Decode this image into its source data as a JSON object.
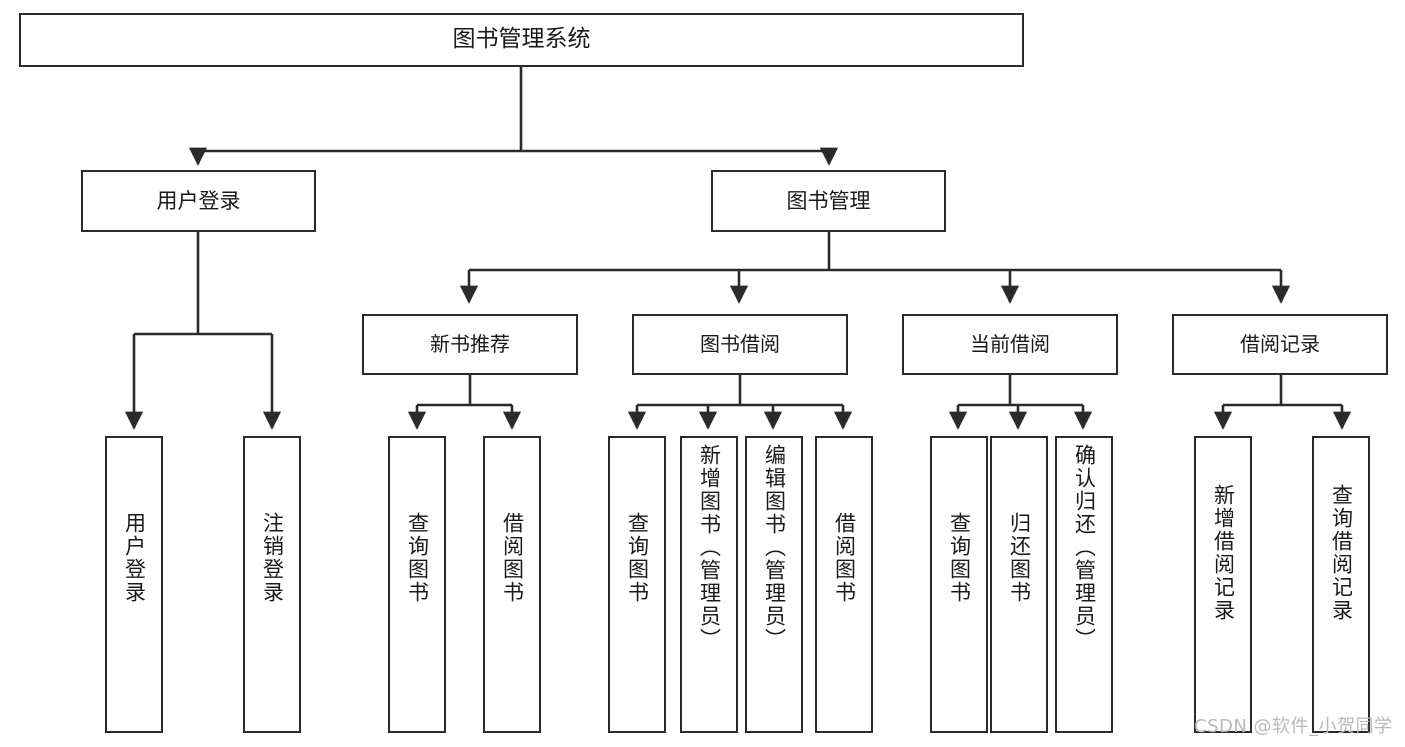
{
  "diagram": {
    "type": "tree",
    "title": "图书管理系统",
    "watermark": "CSDN @软件_小贺同学",
    "colors": {
      "stroke": "#2b2b2b",
      "fill": "#ffffff",
      "text": "#1a1a1a",
      "watermark": "#b9b9b9"
    },
    "nodes": {
      "root": {
        "label": "图书管理系统"
      },
      "level2": [
        {
          "label": "用户登录"
        },
        {
          "label": "图书管理"
        }
      ],
      "level3": [
        {
          "label": "新书推荐"
        },
        {
          "label": "图书借阅"
        },
        {
          "label": "当前借阅"
        },
        {
          "label": "借阅记录"
        }
      ],
      "leaves": {
        "user_login": [
          {
            "label": "用户登录"
          },
          {
            "label": "注销登录"
          }
        ],
        "new_book_recommend": [
          {
            "label": "查询图书"
          },
          {
            "label": "借阅图书"
          }
        ],
        "book_borrow": [
          {
            "label": "查询图书"
          },
          {
            "label": "新增图书（管理员）"
          },
          {
            "label": "编辑图书（管理员）"
          },
          {
            "label": "借阅图书"
          }
        ],
        "current_borrow": [
          {
            "label": "查询图书"
          },
          {
            "label": "归还图书"
          },
          {
            "label": "确认归还（管理员）"
          }
        ],
        "borrow_record": [
          {
            "label": "新增借阅记录"
          },
          {
            "label": "查询借阅记录"
          }
        ]
      }
    }
  }
}
